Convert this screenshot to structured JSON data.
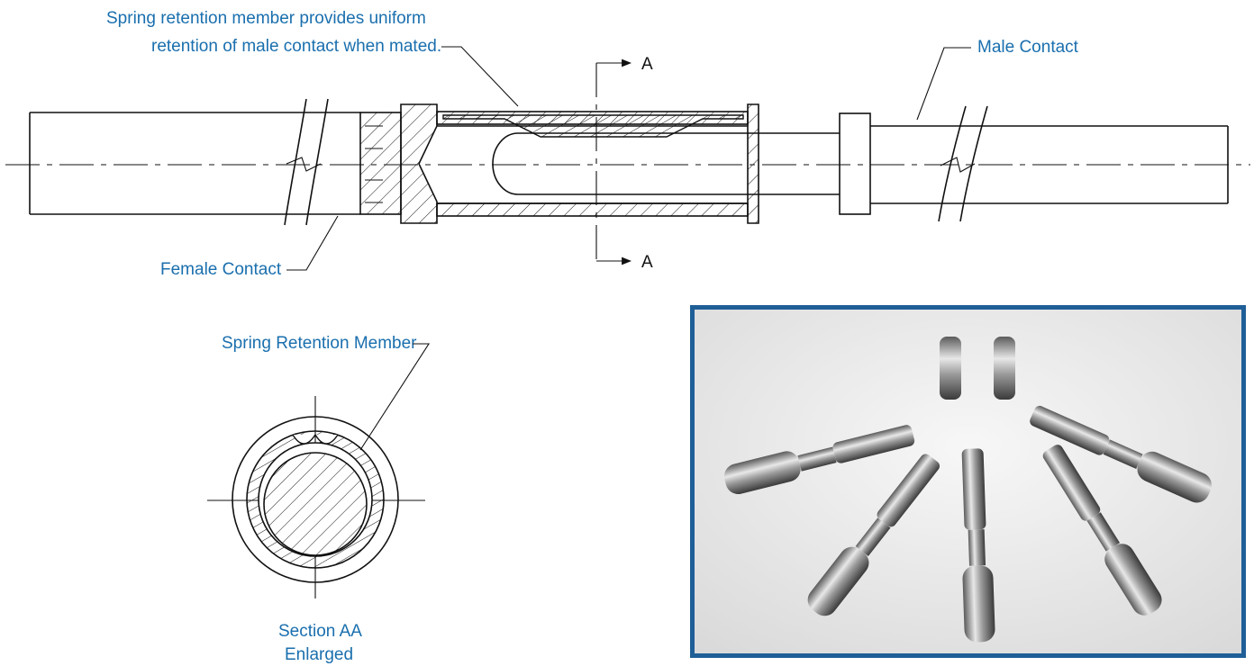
{
  "labels": {
    "spring_member_line1": "Spring retention member provides uniform",
    "spring_member_line2": "retention of male contact when mated.",
    "male_contact": "Male Contact",
    "female_contact": "Female Contact",
    "section_marker_top": "A",
    "section_marker_bottom": "A",
    "spring_retention_member": "Spring Retention Member",
    "section_line1": "Section AA",
    "section_line2": "Enlarged"
  },
  "colors": {
    "label_blue": "#1a6fae",
    "frame_blue": "#1f5f98",
    "line_black": "#111111"
  }
}
